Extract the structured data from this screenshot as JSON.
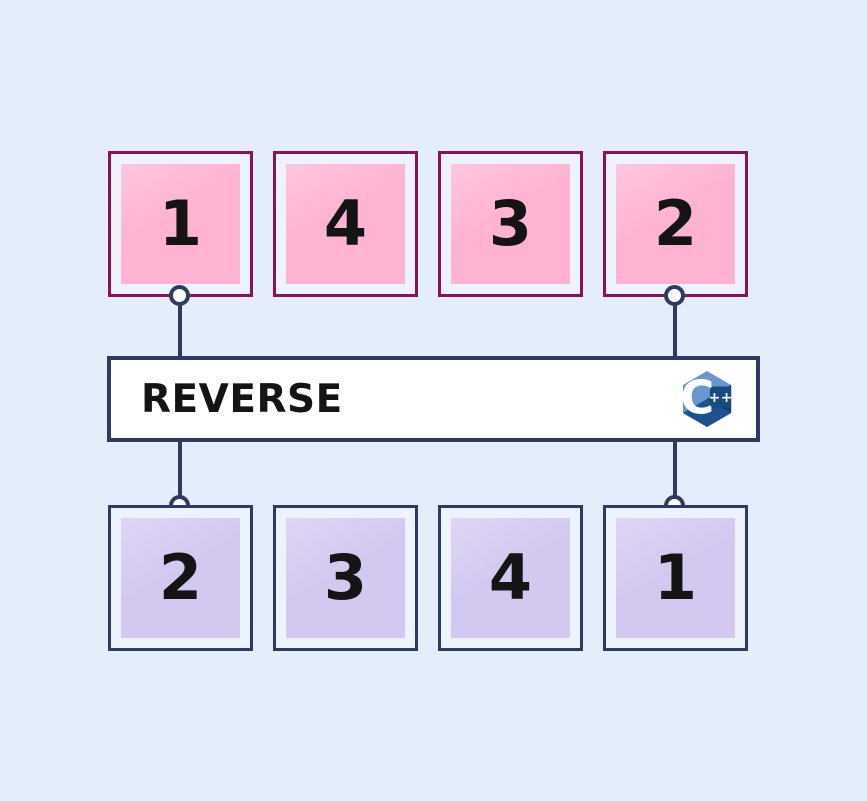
{
  "operation": {
    "label": "REVERSE"
  },
  "logo": {
    "name": "C++ logo",
    "c": "C",
    "plus": "++"
  },
  "arrays": {
    "input": {
      "values": [
        "1",
        "4",
        "3",
        "2"
      ]
    },
    "output": {
      "values": [
        "2",
        "3",
        "4",
        "1"
      ]
    }
  },
  "colors": {
    "background": "#e4eefb",
    "cell_inner": "#ecf3fd",
    "input_border": "#8e1155",
    "input_fill": "#ffb2d2",
    "input_fill_light": "#ffc6de",
    "output_border": "#2e3a63",
    "output_fill": "#d3c9f0",
    "output_fill_light": "#ded5f5",
    "connector": "#2e3a63",
    "bar_background": "#ffffff",
    "text": "#141414",
    "logo_light": "#6897cd",
    "logo_mid": "#1d5290",
    "logo_dark": "#0f4176",
    "logo_badge": "#164a82"
  }
}
